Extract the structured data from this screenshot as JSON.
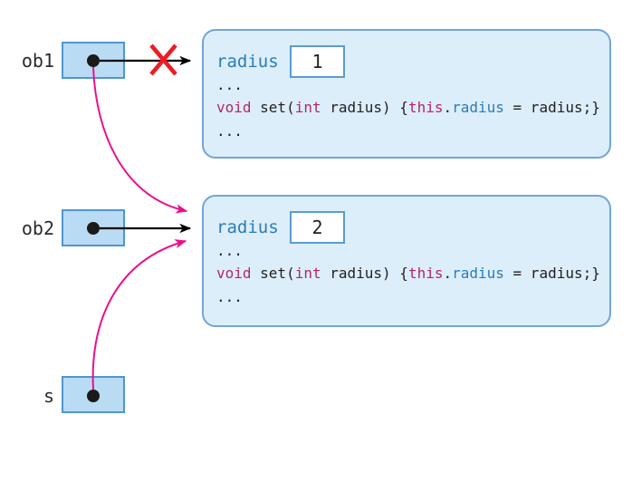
{
  "variables": [
    {
      "name": "ob1"
    },
    {
      "name": "ob2"
    },
    {
      "name": "s"
    }
  ],
  "objects": [
    {
      "field_label": "radius",
      "field_value": "1",
      "ellipsis_top": "...",
      "ellipsis_bottom": "...",
      "method_tokens": [
        {
          "text": "void",
          "type": "keyword"
        },
        {
          "text": " set(",
          "type": "plain"
        },
        {
          "text": "int",
          "type": "keyword"
        },
        {
          "text": " radius) {",
          "type": "plain"
        },
        {
          "text": "this",
          "type": "keyword"
        },
        {
          "text": ".",
          "type": "plain"
        },
        {
          "text": "radius",
          "type": "field"
        },
        {
          "text": " = radius;}",
          "type": "plain"
        }
      ]
    },
    {
      "field_label": "radius",
      "field_value": "2",
      "ellipsis_top": "...",
      "ellipsis_bottom": "...",
      "method_tokens": [
        {
          "text": "void",
          "type": "keyword"
        },
        {
          "text": " set(",
          "type": "plain"
        },
        {
          "text": "int",
          "type": "keyword"
        },
        {
          "text": " radius) {",
          "type": "plain"
        },
        {
          "text": "this",
          "type": "keyword"
        },
        {
          "text": ".",
          "type": "plain"
        },
        {
          "text": "radius",
          "type": "field"
        },
        {
          "text": " = radius;}",
          "type": "plain"
        }
      ]
    }
  ],
  "colors": {
    "panel_fill": "#dceef9",
    "panel_border": "#72a5d6",
    "var_box_fill": "#b9dcf4",
    "var_box_border": "#4f96d0",
    "value_box_border": "#5b9bd5",
    "keyword_text": "#b5256e",
    "field_text": "#2b7cb8",
    "plain_text": "#231f20",
    "reference_arrow": "#000000",
    "reassign_arrow": "#ec0f8c",
    "cross_out": "#ed1c24"
  }
}
